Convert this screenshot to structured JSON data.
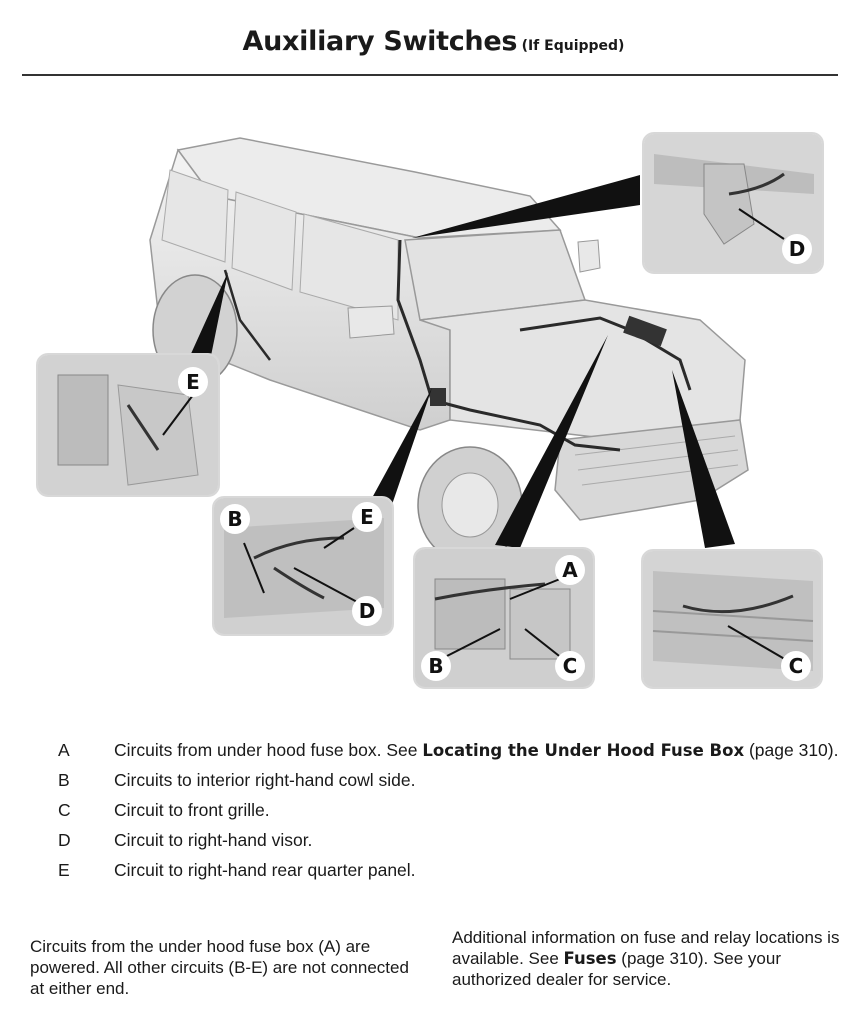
{
  "header": {
    "title": "Auxiliary Switches",
    "subtitle": "(If Equipped)"
  },
  "figure": {
    "callout_labels": {
      "top_right": [
        "D"
      ],
      "left": [
        "E"
      ],
      "center_left": [
        "B",
        "E",
        "D"
      ],
      "center_right": [
        "A",
        "B",
        "C"
      ],
      "right": [
        "C"
      ]
    }
  },
  "legend": [
    {
      "letter": "A",
      "text": "Circuits from under hood fuse box.  See ",
      "bold": "Locating the Under Hood Fuse Box",
      "after": " (page 310)."
    },
    {
      "letter": "B",
      "text": "Circuits to interior right-hand cowl side.",
      "bold": "",
      "after": ""
    },
    {
      "letter": "C",
      "text": "Circuit to front grille.",
      "bold": "",
      "after": ""
    },
    {
      "letter": "D",
      "text": "Circuit to right-hand visor.",
      "bold": "",
      "after": ""
    },
    {
      "letter": "E",
      "text": "Circuit to right-hand rear quarter panel.",
      "bold": "",
      "after": ""
    }
  ],
  "notes": {
    "left": "Circuits from the under hood fuse box (A) are powered. All other circuits (B-E) are not connected at either end.",
    "right_pre": "Additional information on fuse and relay locations is available.  See ",
    "right_bold": "Fuses",
    "right_post": " (page 310).  See your authorized dealer for service."
  }
}
